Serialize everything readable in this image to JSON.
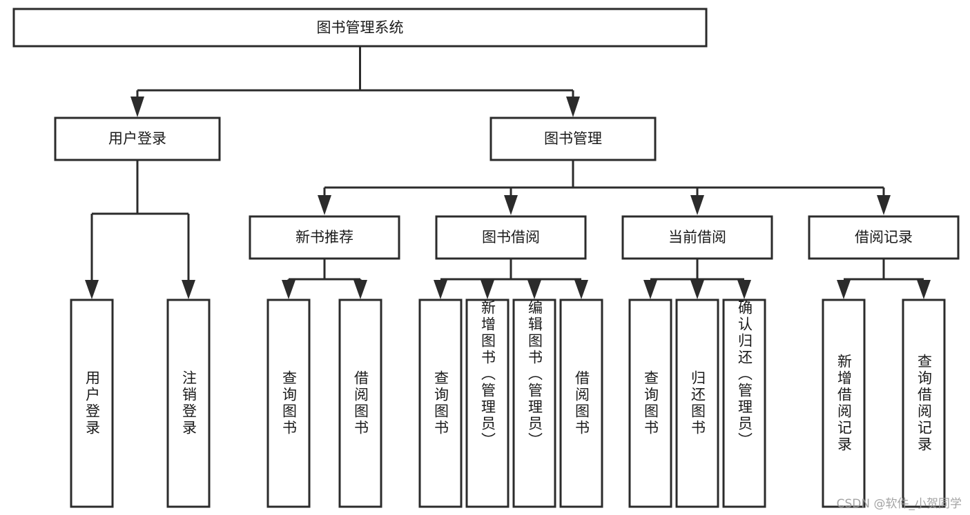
{
  "diagram": {
    "title": "图书管理系统",
    "type": "tree-hierarchy",
    "root": {
      "id": "root",
      "label": "图书管理系统"
    },
    "level2": [
      {
        "id": "user-login",
        "label": "用户登录"
      },
      {
        "id": "book-management",
        "label": "图书管理"
      }
    ],
    "level3": [
      {
        "id": "new-book-recommend",
        "label": "新书推荐",
        "parent": "book-management"
      },
      {
        "id": "book-borrow",
        "label": "图书借阅",
        "parent": "book-management"
      },
      {
        "id": "current-borrow",
        "label": "当前借阅",
        "parent": "book-management"
      },
      {
        "id": "borrow-record",
        "label": "借阅记录",
        "parent": "book-management"
      }
    ],
    "leaves": {
      "user-login": [
        {
          "id": "leaf-user-login",
          "label": "用户登录"
        },
        {
          "id": "leaf-user-logout",
          "label": "注销登录"
        }
      ],
      "new-book-recommend": [
        {
          "id": "leaf-query-book-1",
          "label": "查询图书"
        },
        {
          "id": "leaf-borrow-book-1",
          "label": "借阅图书"
        }
      ],
      "book-borrow": [
        {
          "id": "leaf-query-book-2",
          "label": "查询图书"
        },
        {
          "id": "leaf-add-book",
          "label": "新增图书（管理员）"
        },
        {
          "id": "leaf-edit-book",
          "label": "编辑图书（管理员）"
        },
        {
          "id": "leaf-borrow-book-2",
          "label": "借阅图书"
        }
      ],
      "current-borrow": [
        {
          "id": "leaf-query-book-3",
          "label": "查询图书"
        },
        {
          "id": "leaf-return-book",
          "label": "归还图书"
        },
        {
          "id": "leaf-confirm-return",
          "label": "确认归还（管理员）"
        }
      ],
      "borrow-record": [
        {
          "id": "leaf-add-record",
          "label": "新增借阅记录"
        },
        {
          "id": "leaf-query-record",
          "label": "查询借阅记录"
        }
      ]
    }
  },
  "watermark": {
    "text": "CSDN @软件_小贺同学"
  },
  "colors": {
    "box_stroke": "#2b2b2b",
    "box_fill": "#ffffff",
    "text": "#1a1a1a",
    "connector": "#2b2b2b",
    "watermark": "#9a9a9a",
    "background": "#ffffff"
  }
}
